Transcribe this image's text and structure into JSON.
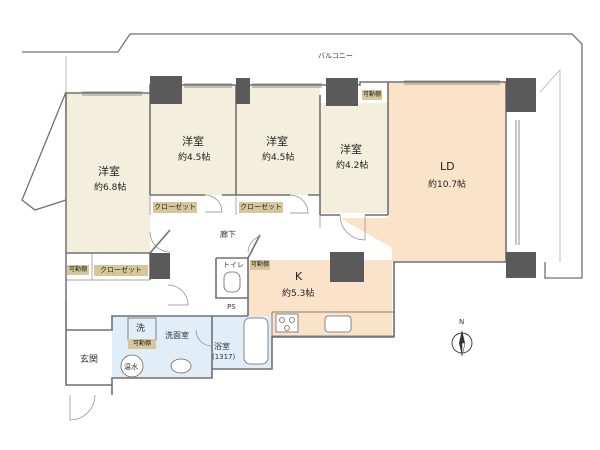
{
  "balcony": "バルコニー",
  "rooms": {
    "western1": {
      "name": "洋室",
      "size": "約6.8帖"
    },
    "western2": {
      "name": "洋室",
      "size": "約4.5帖"
    },
    "western3": {
      "name": "洋室",
      "size": "約4.5帖"
    },
    "western4": {
      "name": "洋室",
      "size": "約4.2帖"
    },
    "ld": {
      "name": "LD",
      "size": "約10.7帖"
    },
    "kitchen": {
      "name": "K",
      "size": "約5.3帖"
    },
    "hallway": "廊下",
    "toilet": "トイレ",
    "ps": "PS",
    "washroom": "洗面室",
    "bath": {
      "name": "浴室",
      "size": "(1317)"
    },
    "entrance": "玄関"
  },
  "labels": {
    "closet": "クローゼット",
    "movable_shelf": "可動棚",
    "washer": "洗",
    "water_heater": "温水"
  },
  "compass": "N",
  "colors": {
    "wall": "#707070",
    "wall_block": "#5a5a5a",
    "western_floor": "#f4efdc",
    "ld_floor": "#fbe3c9",
    "wet_floor": "#e2eef7",
    "closet_tag": "#d6c79b"
  }
}
